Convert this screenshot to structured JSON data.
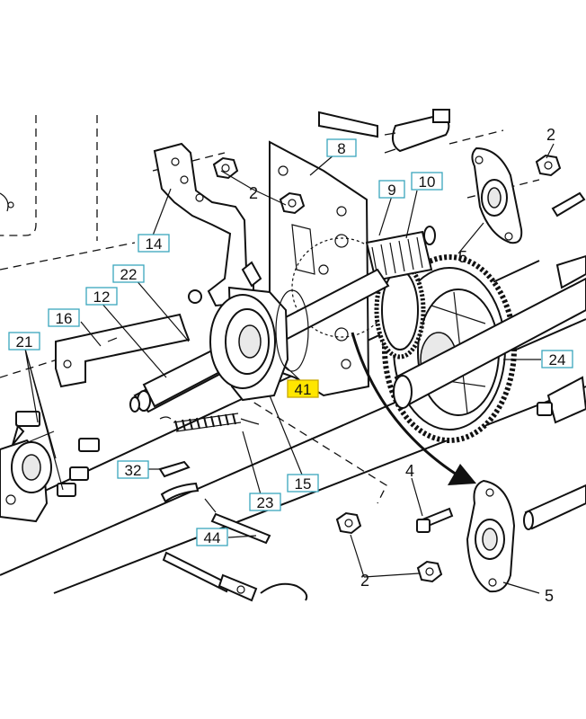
{
  "colors": {
    "label_border": "#3aa6bd",
    "highlight_fill": "#ffe600",
    "line": "#111111"
  },
  "callouts": {
    "c8": "8",
    "c9": "9",
    "c10": "10",
    "c14": "14",
    "c22": "22",
    "c12": "12",
    "c16": "16",
    "c21": "21",
    "c24": "24",
    "c41": "41",
    "c15": "15",
    "c32": "32",
    "c23": "23",
    "c44": "44"
  },
  "plain_numbers": {
    "n2_top_right": "2",
    "n2_upper": "2",
    "n5_upper": "5",
    "n4": "4",
    "n2_lower": "2",
    "n5_lower": "5"
  }
}
